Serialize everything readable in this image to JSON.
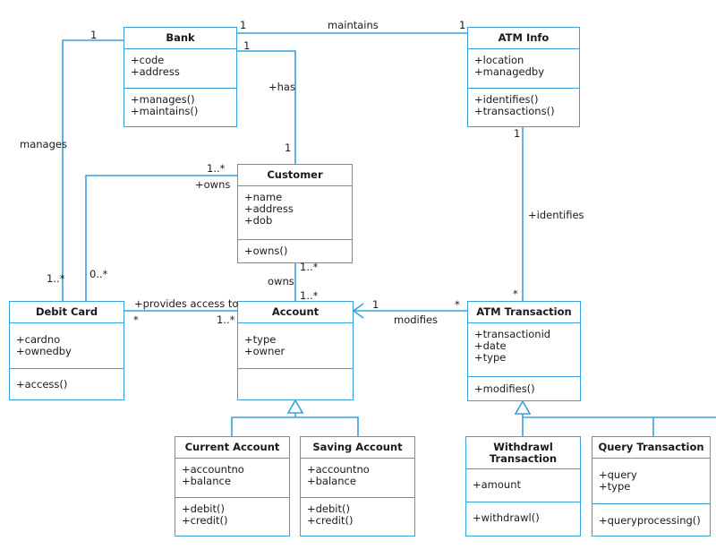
{
  "colors": {
    "line": "#3aa0dc",
    "text": "#1a1a1a",
    "background": "#ffffff"
  },
  "classes": {
    "bank": {
      "name": "Bank",
      "attributes": [
        "+code",
        "+address"
      ],
      "operations": [
        "+manages()",
        "+maintains()"
      ]
    },
    "atm_info": {
      "name": "ATM Info",
      "attributes": [
        "+location",
        "+managedby"
      ],
      "operations": [
        "+identifies()",
        "+transactions()"
      ]
    },
    "customer": {
      "name": "Customer",
      "attributes": [
        "+name",
        "+address",
        "+dob"
      ],
      "operations": [
        "+owns()"
      ]
    },
    "debit_card": {
      "name": "Debit Card",
      "attributes": [
        "+cardno",
        "+ownedby"
      ],
      "operations": [
        "+access()"
      ]
    },
    "account": {
      "name": "Account",
      "attributes": [
        "+type",
        "+owner"
      ],
      "operations": []
    },
    "atm_transaction": {
      "name": "ATM Transaction",
      "attributes": [
        "+transactionid",
        "+date",
        "+type"
      ],
      "operations": [
        "+modifies()"
      ]
    },
    "current_account": {
      "name": "Current Account",
      "attributes": [
        "+accountno",
        "+balance"
      ],
      "operations": [
        "+debit()",
        "+credit()"
      ]
    },
    "saving_account": {
      "name": "Saving Account",
      "attributes": [
        "+accountno",
        "+balance"
      ],
      "operations": [
        "+debit()",
        "+credit()"
      ]
    },
    "withdrawl_transaction": {
      "name": "Withdrawl Transaction",
      "attributes": [
        "+amount"
      ],
      "operations": [
        "+withdrawl()"
      ]
    },
    "query_transaction": {
      "name": "Query Transaction",
      "attributes": [
        "+query",
        "+type"
      ],
      "operations": [
        "+queryprocessing()"
      ]
    }
  },
  "labels": {
    "maintains": "maintains",
    "maintains_bank_mult": "1",
    "maintains_atm_mult": "1",
    "has": "+has",
    "has_bank_mult": "1",
    "has_customer_mult": "1",
    "manages": "manages",
    "manages_bank_mult": "1",
    "manages_card_mult": "1..*",
    "owns_card": "+owns",
    "owns_card_customer_mult": "1..*",
    "owns_card_card_mult": "0..*",
    "owns": "owns",
    "owns_customer_mult": "1..*",
    "owns_account_mult": "1..*",
    "provides_access": "+provides access to",
    "provides_card_mult": "*",
    "provides_account_mult": "1..*",
    "modifies": "modifies",
    "modifies_account_mult": "1",
    "modifies_trans_mult": "*",
    "identifies": "+identifies",
    "identifies_atm_mult": "1",
    "identifies_trans_mult": "*"
  }
}
